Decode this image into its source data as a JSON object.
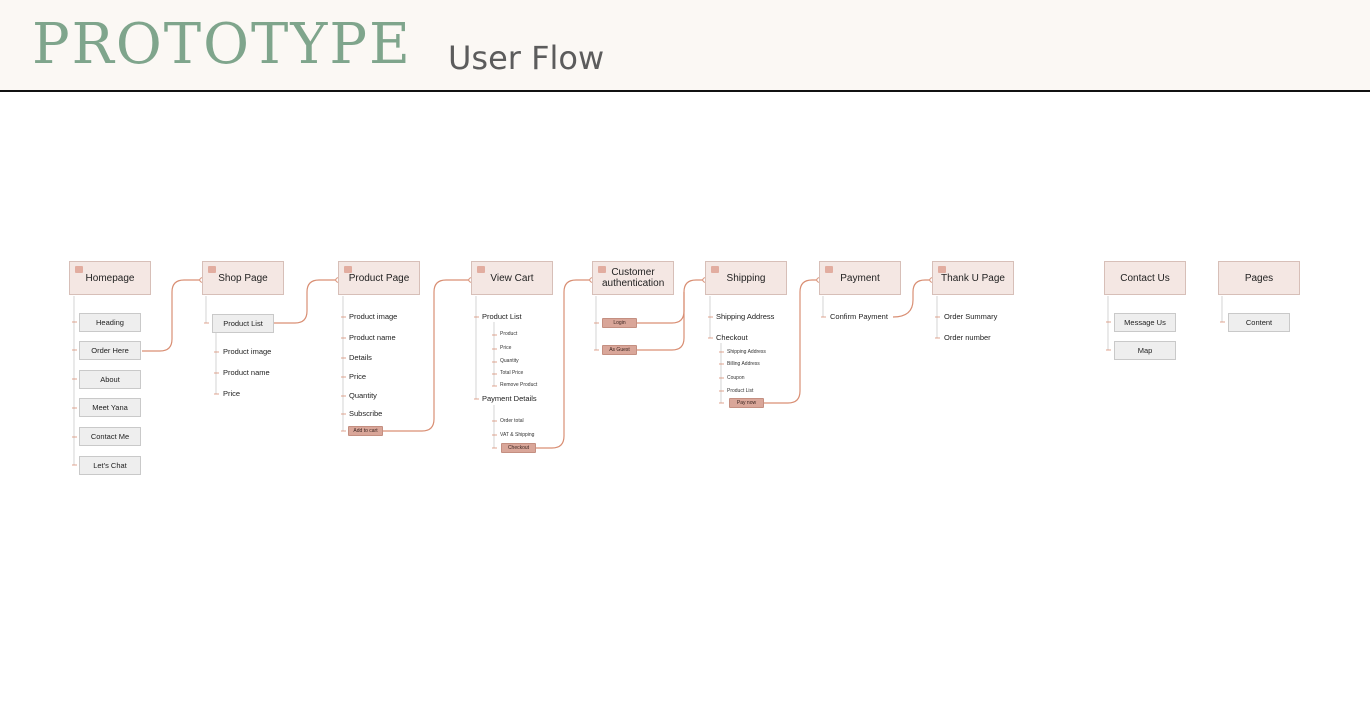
{
  "header": {
    "title": "PROTOTYPE",
    "subtitle": "User Flow"
  },
  "colors": {
    "title": "#7fa58c",
    "node_fill": "#f4e7e3",
    "connector": "#d98f74",
    "button_fill": "#d9a699",
    "box_fill": "#eeeeee"
  },
  "nodes": {
    "homepage": "Homepage",
    "shop": "Shop Page",
    "product": "Product Page",
    "cart": "View Cart",
    "auth": "Customer authentication",
    "shipping": "Shipping",
    "payment": "Payment",
    "thanks": "Thank U Page",
    "contact": "Contact Us",
    "pages": "Pages"
  },
  "homepage_items": [
    "Heading",
    "Order Here",
    "About",
    "Meet Yana",
    "Contact Me",
    "Let's Chat"
  ],
  "shop_items": {
    "list": "Product List",
    "sub": [
      "Product image",
      "Product name",
      "Price"
    ]
  },
  "product_items": {
    "list": [
      "Product image",
      "Product name",
      "Details",
      "Price",
      "Quantity",
      "Subscribe"
    ],
    "button": "Add to cart"
  },
  "cart_items": {
    "list_label": "Product List",
    "list_sub": [
      "Product",
      "Price",
      "Quantity",
      "Total Price",
      "Remove Product"
    ],
    "payment_label": "Payment Details",
    "payment_sub": [
      "Order total",
      "VAT & Shipping"
    ],
    "button": "Checkout"
  },
  "auth_items": {
    "login": "Login",
    "guest": "As Guest"
  },
  "shipping_items": {
    "address": "Shipping Address",
    "checkout": "Checkout",
    "sub": [
      "Shipping Address",
      "Billing Address",
      "Coupon",
      "Product List"
    ],
    "button": "Pay now"
  },
  "payment_items": {
    "confirm": "Confirm Payment"
  },
  "thanks_items": [
    "Order Summary",
    "Order number"
  ],
  "contact_items": [
    "Message Us",
    "Map"
  ],
  "pages_items": [
    "Content"
  ]
}
